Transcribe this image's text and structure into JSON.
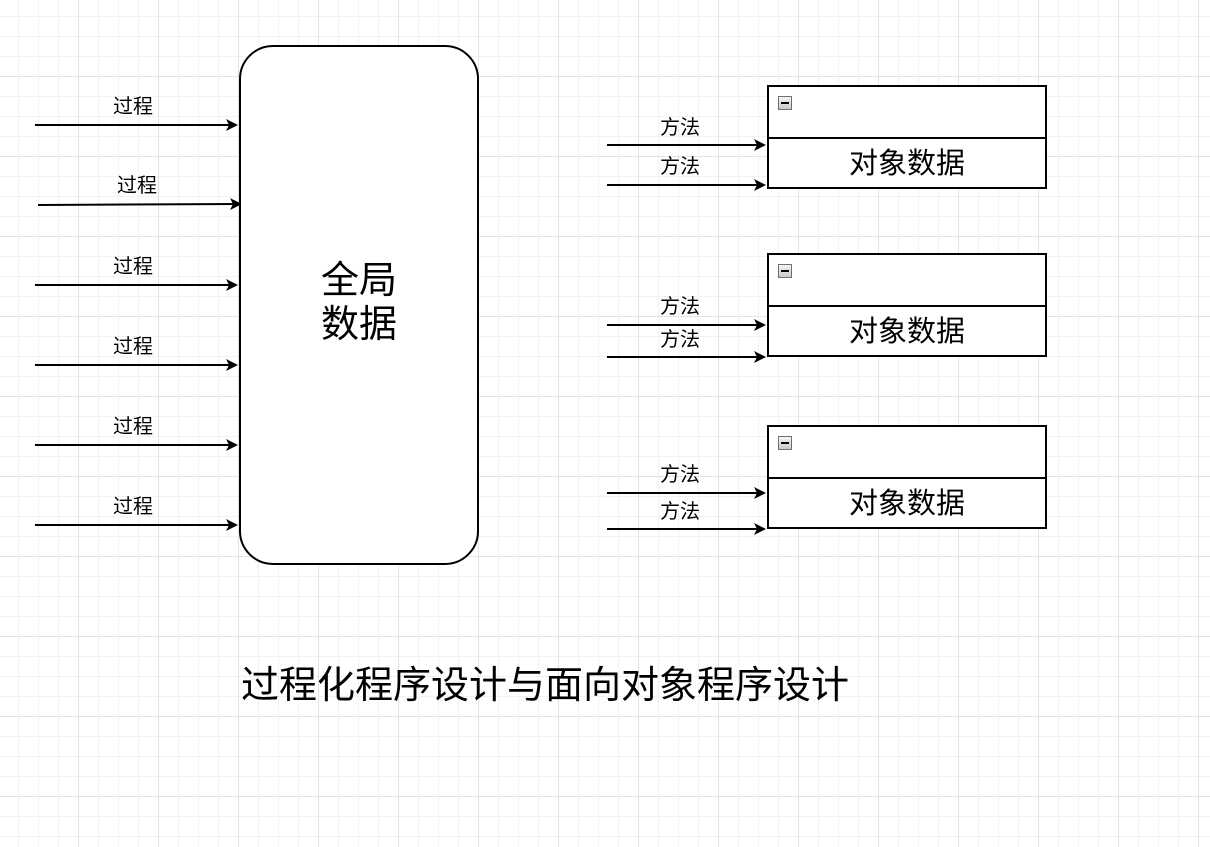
{
  "global": {
    "line1": "全局",
    "line2": "数据"
  },
  "process_labels": [
    "过程",
    "过程",
    "过程",
    "过程",
    "过程",
    "过程"
  ],
  "objects": [
    {
      "label": "对象数据",
      "methods": [
        "方法",
        "方法"
      ]
    },
    {
      "label": "对象数据",
      "methods": [
        "方法",
        "方法"
      ]
    },
    {
      "label": "对象数据",
      "methods": [
        "方法",
        "方法"
      ]
    }
  ],
  "caption": "过程化程序设计与面向对象程序设计"
}
